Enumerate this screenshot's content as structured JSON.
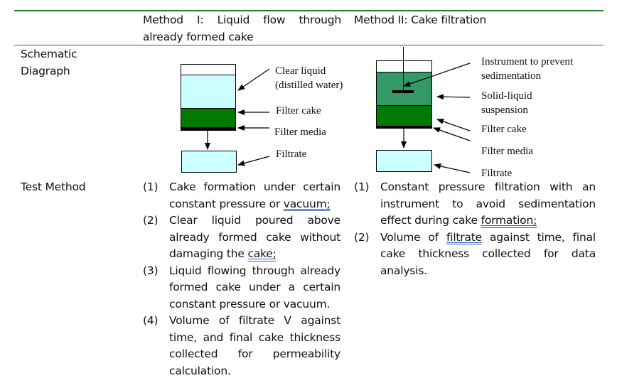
{
  "table": {
    "header": {
      "method1": "Method I: Liquid flow through already formed cake",
      "method2": "Method II: Cake filtration"
    },
    "rows": {
      "schematic": {
        "label_line1": "Schematic",
        "label_line2": "Diagraph"
      },
      "test_method": {
        "label": "Test Method"
      }
    }
  },
  "diagram1": {
    "labels": {
      "clear_liquid_1": "Clear liquid",
      "clear_liquid_2": "(distilled water)",
      "filter_cake": "Filter cake",
      "filter_media": "Filter media",
      "filtrate": "Filtrate"
    }
  },
  "diagram2": {
    "labels": {
      "instrument_1": "Instrument to prevent",
      "instrument_2": "sedimentation",
      "suspension_1": "Solid-liquid",
      "suspension_2": "suspension",
      "filter_cake": "Filter cake",
      "filter_media": "Filter media",
      "filtrate": "Filtrate"
    }
  },
  "method1_steps": [
    {
      "num": "(1)",
      "pre": "Cake formation under certain constant pressure or ",
      "flag": "vacuum;",
      "post": ""
    },
    {
      "num": "(2)",
      "pre": "Clear liquid poured above already formed cake without damaging the ",
      "flag": "cake;",
      "post": ""
    },
    {
      "num": "(3)",
      "pre": "Liquid flowing through already formed cake under a certain constant pressure or vacuum.",
      "flag": "",
      "post": ""
    },
    {
      "num": "(4)",
      "pre": "Volume of filtrate V against time, and final cake thickness collected for permeability calculation.",
      "flag": "",
      "post": ""
    }
  ],
  "method2_steps": [
    {
      "num": "(1)",
      "pre": "Constant pressure filtration with an instrument to avoid sedimentation effect during cake ",
      "flag": "formation;",
      "post": ""
    },
    {
      "num": "(2)",
      "pre": "Volume of ",
      "flag": "filtrate",
      "post": " against time, final cake thickness collected for data analysis."
    }
  ],
  "colors": {
    "rule": "#1e7b1e",
    "clear_liquid": "#ccffff",
    "filter_cake": "#007a00",
    "suspension": "#339966",
    "spellcheck_underline": "#2f5fc4"
  }
}
